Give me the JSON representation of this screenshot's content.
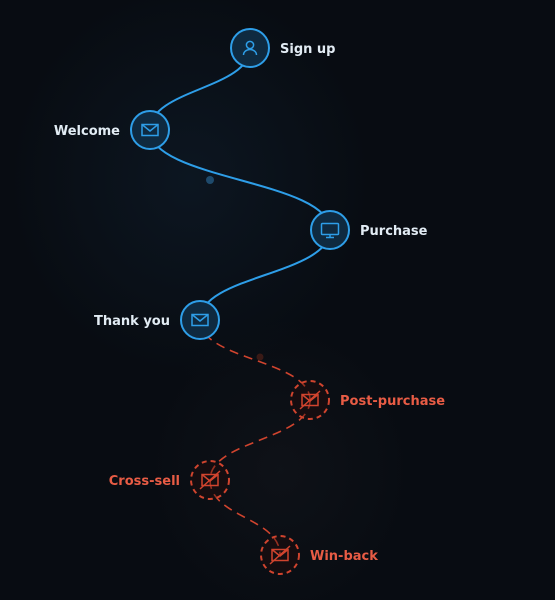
{
  "colors": {
    "background": "#080c12",
    "active": "#2e9ee8",
    "active_fill": "#0f2a40",
    "label_active": "#e2ecf4",
    "inactive": "#d0442e",
    "label_inactive": "#e85c45",
    "dot": "#1e4a6c"
  },
  "nodes": [
    {
      "id": "signup",
      "label": "Sign up",
      "icon": "user-icon",
      "status": "active"
    },
    {
      "id": "welcome",
      "label": "Welcome",
      "icon": "mail-icon",
      "status": "active"
    },
    {
      "id": "purchase",
      "label": "Purchase",
      "icon": "monitor-icon",
      "status": "active"
    },
    {
      "id": "thankyou",
      "label": "Thank you",
      "icon": "mail-icon",
      "status": "active"
    },
    {
      "id": "postpurchase",
      "label": "Post-purchase",
      "icon": "disabled-mail-icon",
      "status": "inactive"
    },
    {
      "id": "crosssell",
      "label": "Cross-sell",
      "icon": "disabled-mail-icon",
      "status": "inactive"
    },
    {
      "id": "winback",
      "label": "Win-back",
      "icon": "disabled-mail-icon",
      "status": "inactive"
    }
  ],
  "edges": [
    {
      "from": "signup",
      "to": "welcome",
      "status": "active"
    },
    {
      "from": "welcome",
      "to": "purchase",
      "status": "active"
    },
    {
      "from": "purchase",
      "to": "thankyou",
      "status": "active"
    },
    {
      "from": "thankyou",
      "to": "postpurchase",
      "status": "inactive"
    },
    {
      "from": "postpurchase",
      "to": "crosssell",
      "status": "inactive"
    },
    {
      "from": "crosssell",
      "to": "winback",
      "status": "inactive"
    }
  ]
}
